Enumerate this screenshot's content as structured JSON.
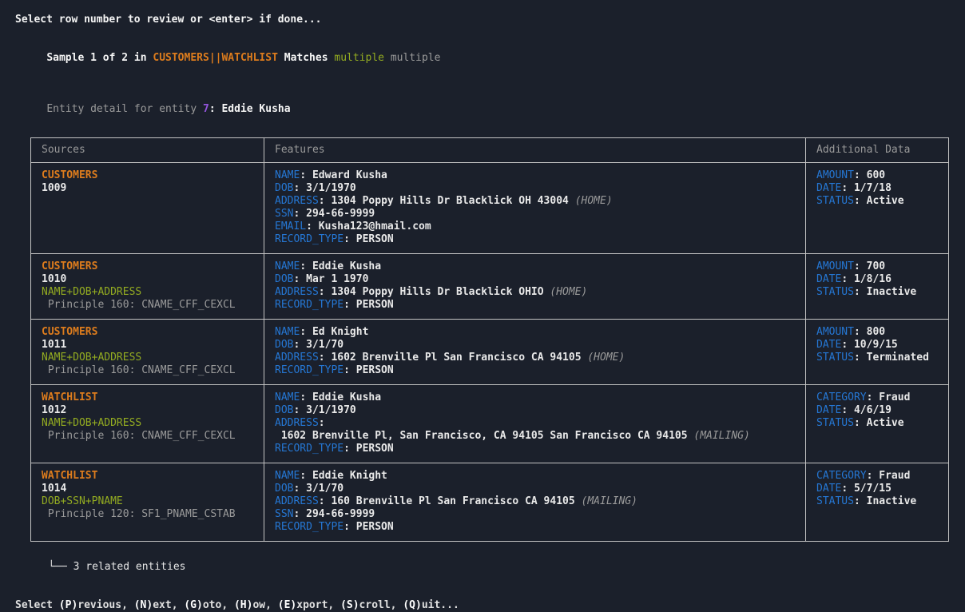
{
  "separator": ": ",
  "top_prompt": "Select row number to review or <enter> if done...",
  "sample_line": {
    "prefix": "Sample 1 of 2 in ",
    "source_pair": "CUSTOMERS||WATCHLIST",
    "matches_label": " Matches ",
    "multiple_primary": "multiple",
    "multiple_secondary": " multiple"
  },
  "entity_line": {
    "prefix": "Entity detail for entity ",
    "entity_id": "7",
    "entity_name": ": Eddie Kusha"
  },
  "table": {
    "headers": [
      "Sources",
      "Features",
      "Additional Data"
    ],
    "rows": [
      {
        "source": {
          "name": "CUSTOMERS",
          "record_id": "1009",
          "match_key": "",
          "principle": ""
        },
        "features": [
          {
            "label": "NAME",
            "value": "Edward Kusha",
            "note": ""
          },
          {
            "label": "DOB",
            "value": "3/1/1970",
            "note": ""
          },
          {
            "label": "ADDRESS",
            "value": "1304 Poppy Hills Dr Blacklick OH 43004",
            "note": "(HOME)"
          },
          {
            "label": "SSN",
            "value": "294-66-9999",
            "note": ""
          },
          {
            "label": "EMAIL",
            "value": "Kusha123@hmail.com",
            "note": ""
          },
          {
            "label": "RECORD_TYPE",
            "value": "PERSON",
            "note": ""
          }
        ],
        "additional": [
          {
            "label": "AMOUNT",
            "value": "600",
            "note": ""
          },
          {
            "label": "DATE",
            "value": "1/7/18",
            "note": ""
          },
          {
            "label": "STATUS",
            "value": "Active",
            "note": ""
          }
        ]
      },
      {
        "source": {
          "name": "CUSTOMERS",
          "record_id": "1010",
          "match_key": "NAME+DOB+ADDRESS",
          "principle": " Principle 160: CNAME_CFF_CEXCL"
        },
        "features": [
          {
            "label": "NAME",
            "value": "Eddie Kusha",
            "note": ""
          },
          {
            "label": "DOB",
            "value": "Mar 1 1970",
            "note": ""
          },
          {
            "label": "ADDRESS",
            "value": "1304 Poppy Hills Dr Blacklick OHIO",
            "note": "(HOME)"
          },
          {
            "label": "RECORD_TYPE",
            "value": "PERSON",
            "note": ""
          }
        ],
        "additional": [
          {
            "label": "AMOUNT",
            "value": "700",
            "note": ""
          },
          {
            "label": "DATE",
            "value": "1/8/16",
            "note": ""
          },
          {
            "label": "STATUS",
            "value": "Inactive",
            "note": ""
          }
        ]
      },
      {
        "source": {
          "name": "CUSTOMERS",
          "record_id": "1011",
          "match_key": "NAME+DOB+ADDRESS",
          "principle": " Principle 160: CNAME_CFF_CEXCL"
        },
        "features": [
          {
            "label": "NAME",
            "value": "Ed Knight",
            "note": ""
          },
          {
            "label": "DOB",
            "value": "3/1/70",
            "note": ""
          },
          {
            "label": "ADDRESS",
            "value": "1602 Brenville Pl San Francisco CA 94105",
            "note": "(HOME)"
          },
          {
            "label": "RECORD_TYPE",
            "value": "PERSON",
            "note": ""
          }
        ],
        "additional": [
          {
            "label": "AMOUNT",
            "value": "800",
            "note": ""
          },
          {
            "label": "DATE",
            "value": "10/9/15",
            "note": ""
          },
          {
            "label": "STATUS",
            "value": "Terminated",
            "note": ""
          }
        ]
      },
      {
        "source": {
          "name": "WATCHLIST",
          "record_id": "1012",
          "match_key": "NAME+DOB+ADDRESS",
          "principle": " Principle 160: CNAME_CFF_CEXCL"
        },
        "features": [
          {
            "label": "NAME",
            "value": "Eddie Kusha",
            "note": ""
          },
          {
            "label": "DOB",
            "value": "3/1/1970",
            "note": ""
          },
          {
            "label": "ADDRESS",
            "value": "",
            "note": ""
          },
          {
            "label": "",
            "value": " 1602 Brenville Pl, San Francisco, CA 94105 San Francisco CA 94105",
            "note": "(MAILING)"
          },
          {
            "label": "RECORD_TYPE",
            "value": "PERSON",
            "note": ""
          }
        ],
        "additional": [
          {
            "label": "CATEGORY",
            "value": "Fraud",
            "note": ""
          },
          {
            "label": "DATE",
            "value": "4/6/19",
            "note": ""
          },
          {
            "label": "STATUS",
            "value": "Active",
            "note": ""
          }
        ]
      },
      {
        "source": {
          "name": "WATCHLIST",
          "record_id": "1014",
          "match_key": "DOB+SSN+PNAME",
          "principle": " Principle 120: SF1_PNAME_CSTAB"
        },
        "features": [
          {
            "label": "NAME",
            "value": "Eddie Knight",
            "note": ""
          },
          {
            "label": "DOB",
            "value": "3/1/70",
            "note": ""
          },
          {
            "label": "ADDRESS",
            "value": "160 Brenville Pl San Francisco CA 94105",
            "note": "(MAILING)"
          },
          {
            "label": "SSN",
            "value": "294-66-9999",
            "note": ""
          },
          {
            "label": "RECORD_TYPE",
            "value": "PERSON",
            "note": ""
          }
        ],
        "additional": [
          {
            "label": "CATEGORY",
            "value": "Fraud",
            "note": ""
          },
          {
            "label": "DATE",
            "value": "5/7/15",
            "note": ""
          },
          {
            "label": "STATUS",
            "value": "Inactive",
            "note": ""
          }
        ]
      }
    ]
  },
  "related_line": {
    "glyph": "└──",
    "text": " 3 related entities"
  },
  "command_bar": {
    "parts": [
      {
        "text": "Select ",
        "bold": false
      },
      {
        "text": "(P)",
        "bold": true
      },
      {
        "text": "revious, ",
        "bold": false
      },
      {
        "text": "(N)",
        "bold": true
      },
      {
        "text": "ext, ",
        "bold": false
      },
      {
        "text": "(G)",
        "bold": true
      },
      {
        "text": "oto, ",
        "bold": false
      },
      {
        "text": "(H)",
        "bold": true
      },
      {
        "text": "ow, ",
        "bold": false
      },
      {
        "text": "(E)",
        "bold": true
      },
      {
        "text": "xport, ",
        "bold": false
      },
      {
        "text": "(S)",
        "bold": true
      },
      {
        "text": "croll, ",
        "bold": false
      },
      {
        "text": "(Q)",
        "bold": true
      },
      {
        "text": "uit...",
        "bold": false
      }
    ]
  }
}
